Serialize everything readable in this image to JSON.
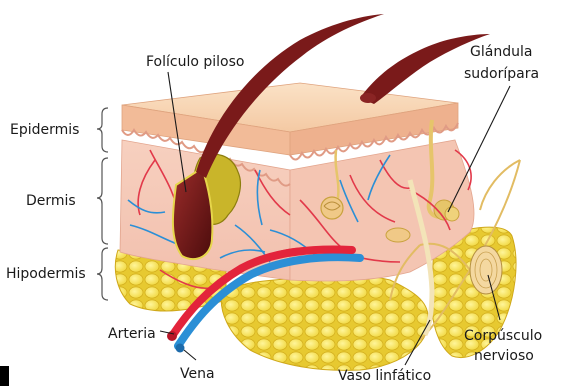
{
  "labels": {
    "epidermis": "Epidermis",
    "dermis": "Dermis",
    "hipodermis": "Hipodermis",
    "foliculo": "Folículo piloso",
    "glandula_1": "Glándula",
    "glandula_2": "sudorípara",
    "arteria": "Arteria",
    "vena": "Vena",
    "vaso": "Vaso linfático",
    "corpusculo_1": "Corpúsculo",
    "corpusculo_2": "nervioso"
  },
  "colors": {
    "epidermis_top": "#f7d3b0",
    "epidermis_front": "#f1b999",
    "dermis": "#f6cdbd",
    "fat": "#f5e35a",
    "fat_outline": "#d7b520",
    "artery": "#e3243b",
    "vein": "#2b8fd6",
    "hair": "#7a1a1a",
    "gland": "#e6c56a",
    "sebaceous": "#c9b52a"
  }
}
